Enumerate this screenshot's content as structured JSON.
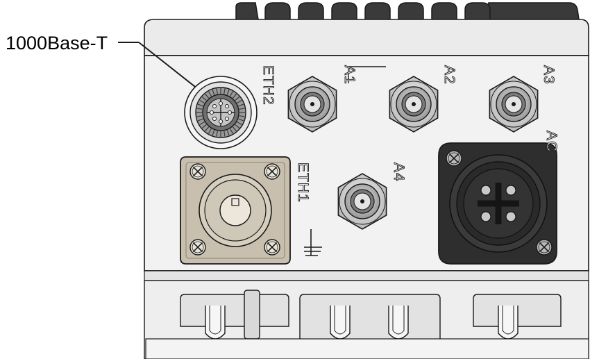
{
  "callout": {
    "label": "1000Base-T"
  },
  "ports": {
    "eth2": "ETH2",
    "eth1": "ETH1",
    "a1": "A1",
    "a2": "A2",
    "a3": "A3",
    "a4": "A4",
    "ac": "AC"
  },
  "colors": {
    "line": "#1a1a1a",
    "body": "#ebebeb",
    "panel": "#f2f2f2",
    "heatsink": "#3a3a3a",
    "eth1_plate": "#c8bfae",
    "ac_connector": "#2e2e2e",
    "rf_nut": "#d0d0d0"
  },
  "icons": {
    "ground": "ground-symbol-icon"
  }
}
